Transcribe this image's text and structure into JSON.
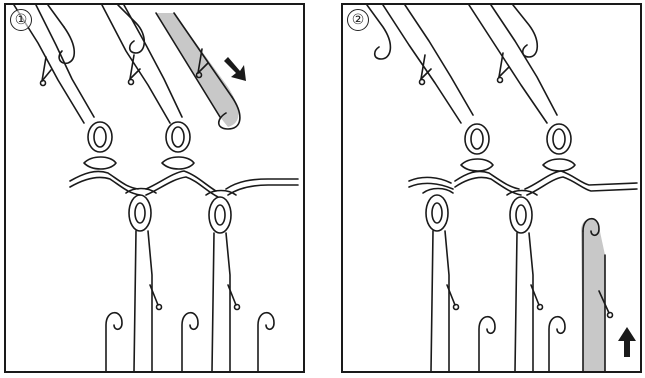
{
  "panels": [
    {
      "label": "①",
      "number": "1",
      "arrow_direction": "down-right",
      "highlighted_needle": "upper-right"
    },
    {
      "label": "②",
      "number": "2",
      "arrow_direction": "up",
      "highlighted_needle": "lower-right"
    }
  ],
  "colors": {
    "line": "#1a1a1a",
    "needle_highlight": "#c8c8c8",
    "background": "#ffffff"
  },
  "icons": [
    "latch-needle-icon",
    "loop-icon",
    "arrow-down-right-icon",
    "arrow-up-icon"
  ]
}
